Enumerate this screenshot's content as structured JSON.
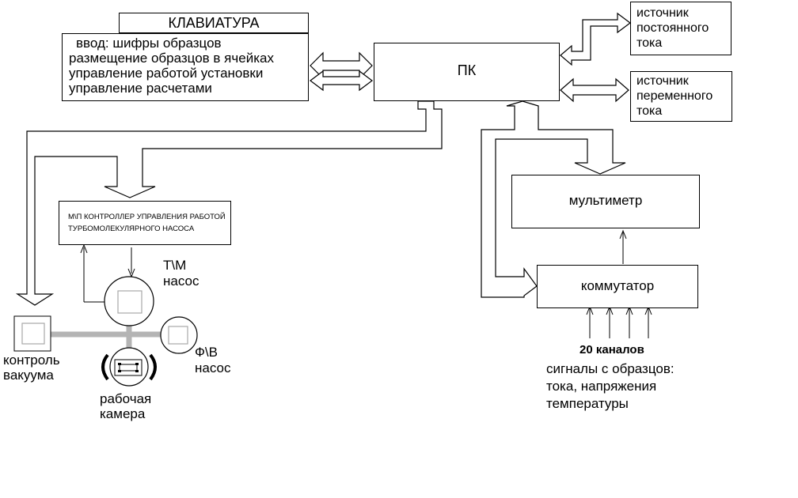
{
  "keyboard": {
    "title": "КЛАВИАТУРА",
    "lines": [
      "ввод: шифры  образцов",
      "размещение образцов в ячейках",
      "управление работой установки",
      "управление расчетами"
    ]
  },
  "pc": {
    "label": "ПК"
  },
  "dc_source": {
    "lines": [
      "источник",
      "постоянного",
      "тока"
    ]
  },
  "ac_source": {
    "lines": [
      "источник",
      "переменного",
      "тока"
    ]
  },
  "controller": {
    "lines": [
      "М\\П КОНТРОЛЛЕР УПРАВЛЕНИЯ РАБОТОЙ",
      "ТУРБОМОЛЕКУЛЯРНОГО НАСОСА"
    ]
  },
  "turbo_pump": {
    "lines": [
      "Т\\М",
      "насос"
    ]
  },
  "fore_pump": {
    "lines": [
      "Ф\\В",
      "насос"
    ]
  },
  "vacuum_control": {
    "lines": [
      "контроль",
      "вакуума"
    ]
  },
  "chamber": {
    "lines": [
      "рабочая",
      "камера"
    ]
  },
  "multimeter": {
    "label": "мультиметр"
  },
  "commutator": {
    "label": "коммутатор"
  },
  "signals": {
    "channels": "20  каналов",
    "lines": [
      "сигналы с образцов:",
      "тока, напряжения",
      "температуры"
    ]
  }
}
